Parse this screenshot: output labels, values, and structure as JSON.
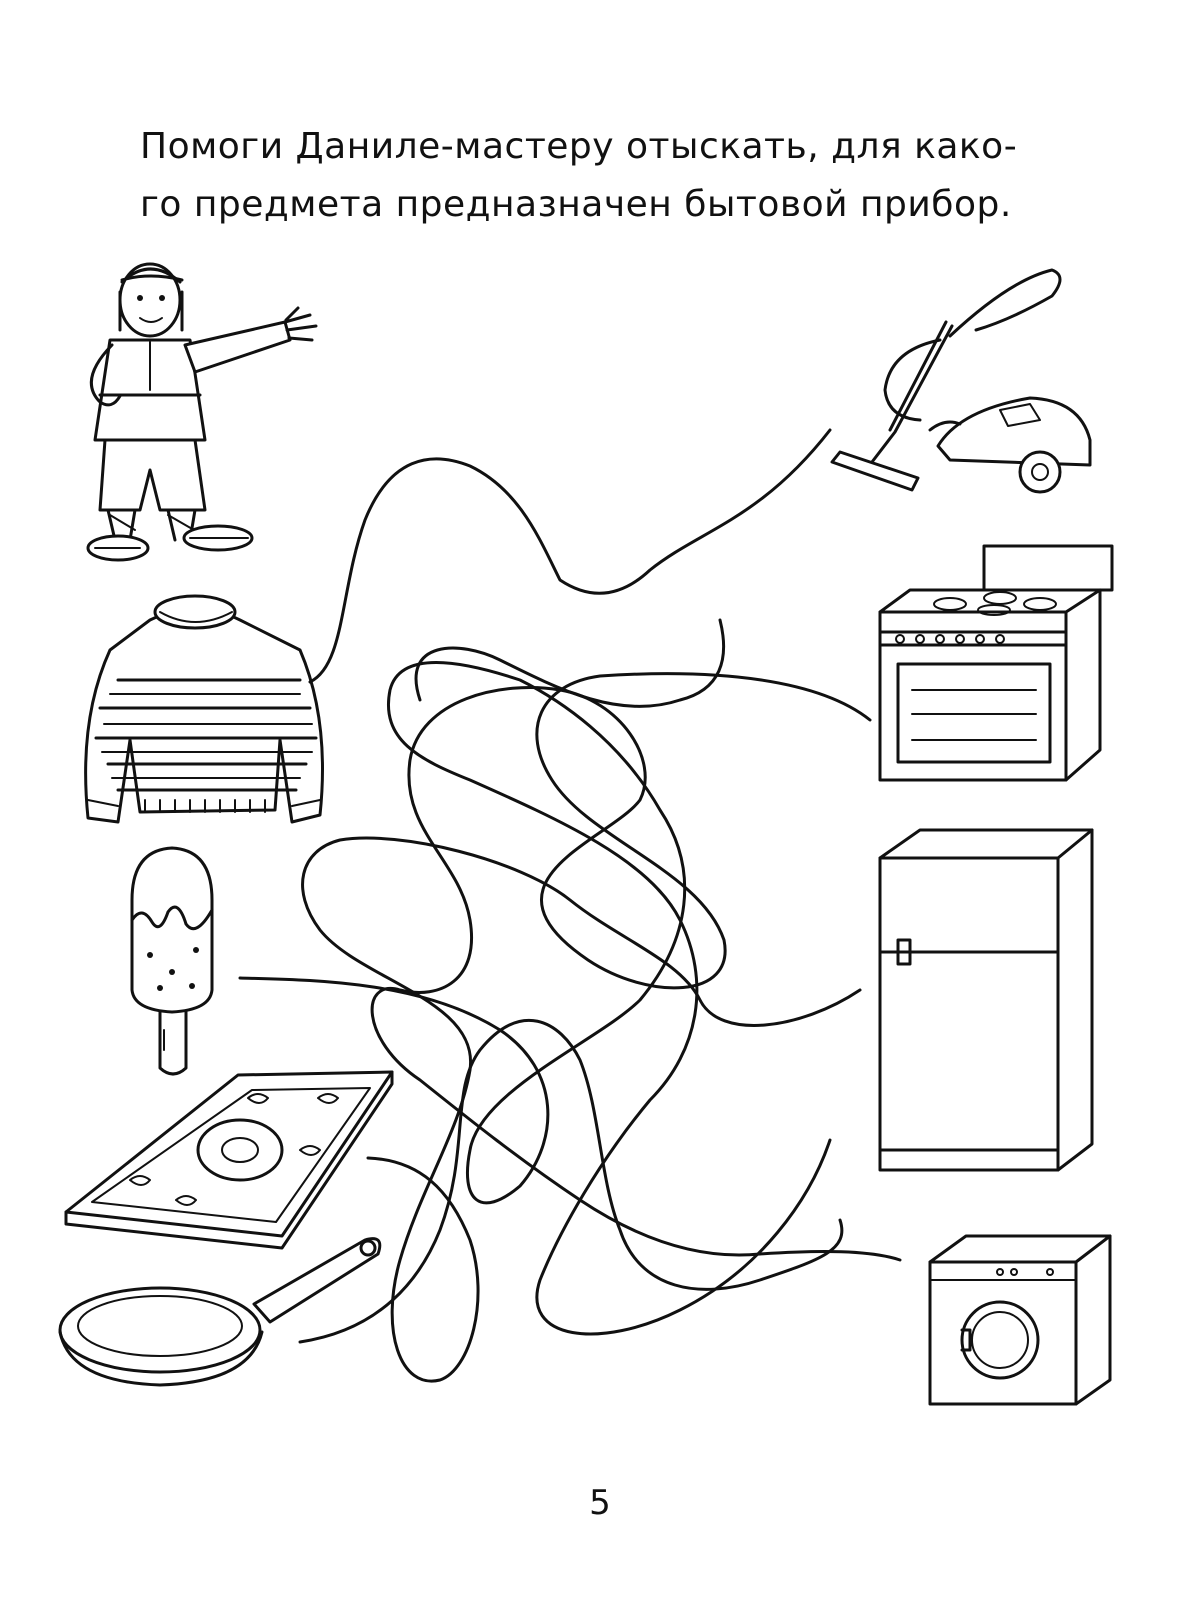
{
  "instruction": {
    "line1": "Помоги Даниле-мастеру отыскать, для како-",
    "line2": "го предмета предназначен бытовой прибор."
  },
  "page_number": "5",
  "left_items": [
    "master-danila",
    "sweater",
    "ice-cream",
    "rug",
    "frying-pan"
  ],
  "right_items": [
    "vacuum-cleaner",
    "stove",
    "refrigerator",
    "washing-machine"
  ]
}
